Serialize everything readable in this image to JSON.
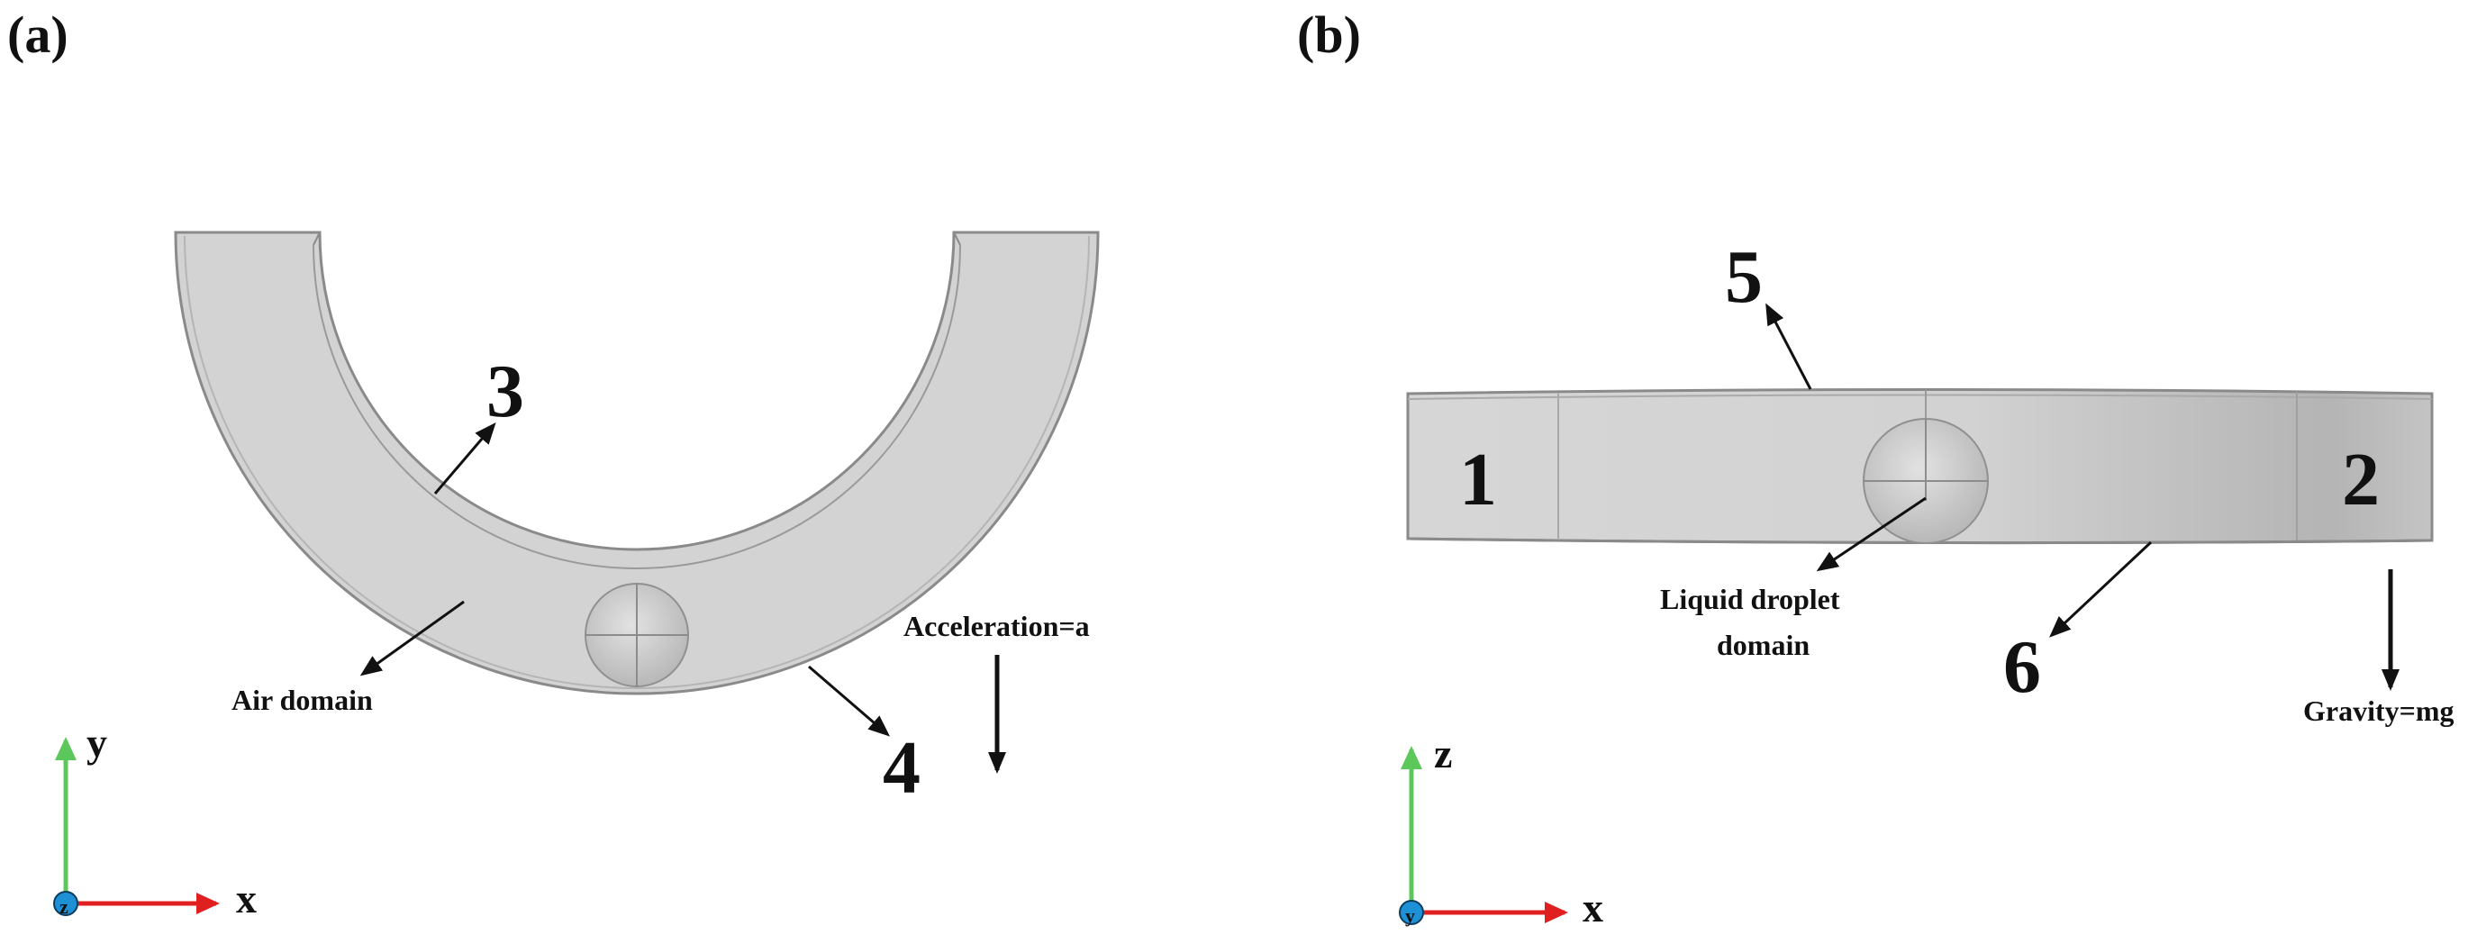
{
  "panel_a": {
    "label": "(a)",
    "numbers": [
      "3",
      "4"
    ],
    "air_label": "Air domain",
    "accel_label": "Acceleration=a",
    "axes": {
      "vertical": "y",
      "horizontal": "x",
      "origin": "z"
    }
  },
  "panel_b": {
    "label": "(b)",
    "numbers": [
      "1",
      "2",
      "5",
      "6"
    ],
    "droplet_label_line1": "Liquid droplet",
    "droplet_label_line2": "domain",
    "gravity_label": "Gravity=mg",
    "axes": {
      "vertical": "z",
      "horizontal": "x",
      "origin": "y"
    }
  },
  "colors": {
    "domain_fill": "#d3d3d3",
    "domain_edge": "#8a8a8a",
    "arrow": "#111111",
    "axis_green": "#5cc85c",
    "axis_red": "#e02020",
    "origin_blue": "#1e90d6"
  }
}
